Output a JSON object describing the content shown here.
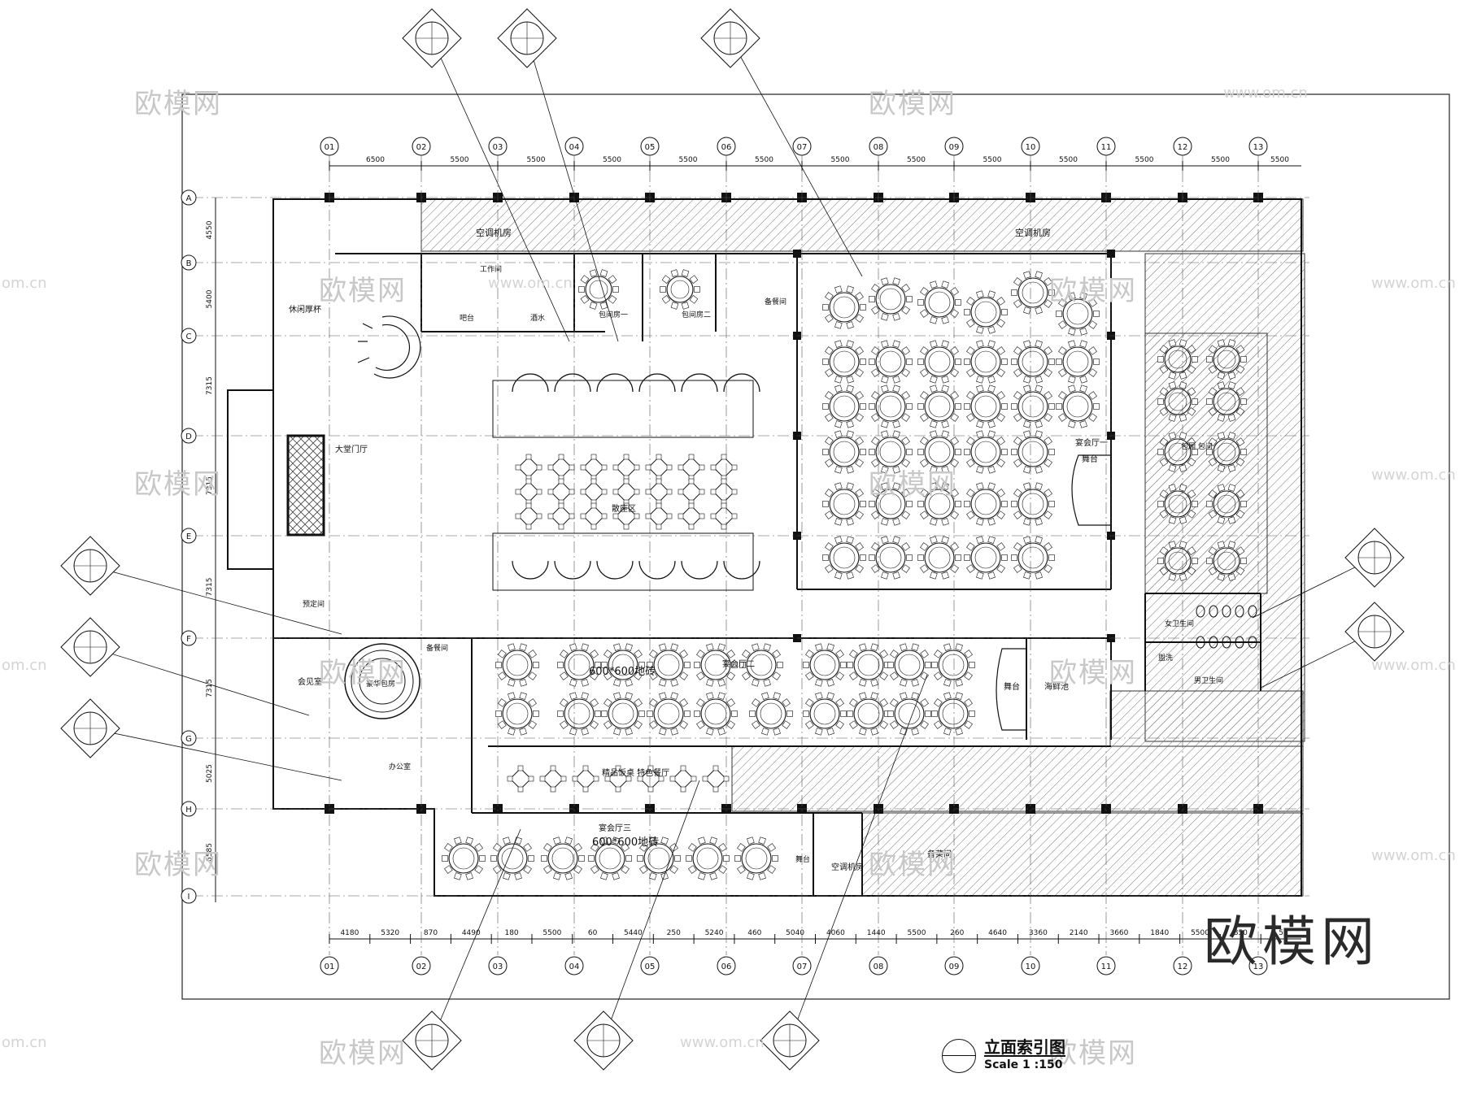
{
  "drawing": {
    "title": "立面索引图",
    "scale": "Scale 1 :150"
  },
  "watermark": {
    "brand": "欧模网",
    "url": "www.om.cn",
    "url_fragment": "om.cn"
  },
  "grid_columns": [
    "01",
    "02",
    "03",
    "04",
    "05",
    "06",
    "07",
    "08",
    "09",
    "10",
    "11",
    "12",
    "13"
  ],
  "grid_rows": [
    "A",
    "B",
    "C",
    "D",
    "E",
    "F",
    "G",
    "H",
    "I"
  ],
  "top_dimensions": [
    "6500",
    "5500",
    "5500",
    "5500",
    "5500",
    "5500",
    "5500",
    "5500",
    "5500",
    "5500",
    "5500",
    "5500",
    "5500"
  ],
  "bottom_dimensions": [
    "4180",
    "5320",
    "870",
    "4490",
    "180",
    "5500",
    "60",
    "5440",
    "250",
    "5240",
    "460",
    "5040",
    "4060",
    "1440",
    "5500",
    "260",
    "4640",
    "3360",
    "2140",
    "3660",
    "1840",
    "5500",
    "850",
    "5"
  ],
  "row_dimensions": [
    "4550",
    "5400",
    "7315",
    "7315",
    "7315",
    "7315",
    "5025",
    "6585"
  ],
  "rooms": {
    "ac_room_1": "空调机房",
    "ac_room_2": "空调机房",
    "work_room": "工作间",
    "bar": "吧台",
    "wine": "酒水",
    "private_room_1": "包间房一",
    "private_room_2": "包间房二",
    "store_room": "备餐间",
    "reception_lounge": "休闲厚杯",
    "lobby": "大堂门厅",
    "dining_area": "散座区",
    "banquet_hall_1": "宴会厅一",
    "stage_1": "舞台",
    "banquet_hall_2": "宴会厅二",
    "floor_note_2": "600*600地砖",
    "stage_2": "舞台",
    "seafood_pool": "海鲜池",
    "banquet_hall_3": "宴会厅三",
    "floor_note_3": "600*600地砖",
    "banquet_hall_sub": "精品饭桌 特色餐厅",
    "vip_room": "豪华包房",
    "meeting_room": "会见室",
    "office": "办公室",
    "pantry": "备餐间",
    "prep_room": "预定间",
    "stage_3": "舞台",
    "ac_room_3": "空调机房",
    "pantry_2": "备菜间",
    "women_wc": "女卫生间",
    "men_wc": "男卫生间",
    "washroom": "盥洗",
    "private_room_r": "包厢 包间"
  }
}
